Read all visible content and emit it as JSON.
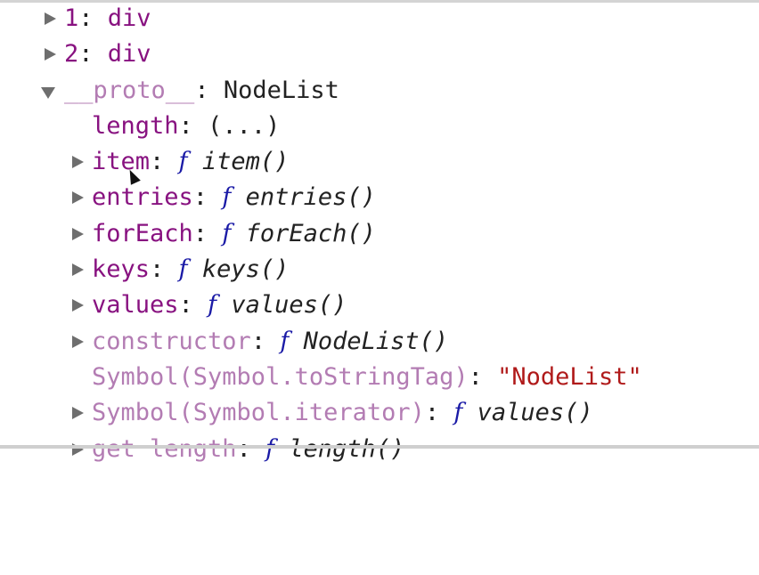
{
  "rows": [
    {
      "key": "1",
      "value": "div"
    },
    {
      "key": "2",
      "value": "div"
    },
    {
      "key": "__proto__",
      "value": "NodeList"
    },
    {
      "key": "length",
      "value": "(...)"
    },
    {
      "key": "item",
      "f": "f",
      "value": "item()"
    },
    {
      "key": "entries",
      "f": "f",
      "value": "entries()"
    },
    {
      "key": "forEach",
      "f": "f",
      "value": "forEach()"
    },
    {
      "key": "keys",
      "f": "f",
      "value": "keys()"
    },
    {
      "key": "values",
      "f": "f",
      "value": "values()"
    },
    {
      "key": "constructor",
      "f": "f",
      "value": "NodeList()"
    },
    {
      "key": "Symbol(Symbol.toStringTag)",
      "value": "\"NodeList\""
    },
    {
      "key": "Symbol(Symbol.iterator)",
      "f": "f",
      "value": "values()"
    },
    {
      "key": "get length",
      "f": "f",
      "value": "length()"
    }
  ],
  "colors": {
    "key": "#881280",
    "dim_key": "#b37cb3",
    "string": "#b01a1a",
    "function_marker": "#1a1aa6"
  }
}
